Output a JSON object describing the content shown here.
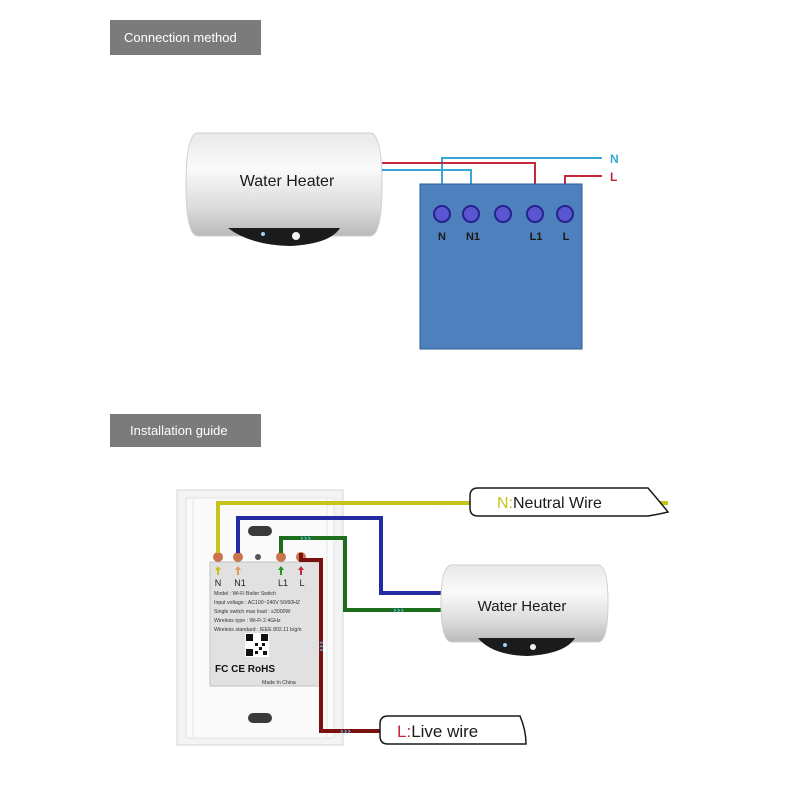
{
  "section1": {
    "title": "Connection method"
  },
  "section2": {
    "title": "Installation guide"
  },
  "diagram1": {
    "heater_label": "Water Heater",
    "terminals": [
      "N",
      "N1",
      "",
      "L1",
      "L"
    ],
    "line_labels": {
      "neutral": "N",
      "live": "L"
    }
  },
  "diagram2": {
    "heater_label": "Water Heater",
    "switch_pins": [
      "N",
      "N1",
      "L1",
      "L"
    ],
    "neutral_callout": {
      "prefix": "N:",
      "text": "Neutral Wire"
    },
    "live_callout": {
      "prefix": "L:",
      "text": "Live wire"
    },
    "device_info": {
      "model": "Model : Wi-Fi Boiler Switch",
      "input_voltage": "Input voltage : AC100~240V  50/60HZ",
      "max_load": "Single switch max load : ≤3000W",
      "wireless_type": "Wireless type : Wi-Fi 2.4GHz",
      "wireless_standard": "Wireless standard : IEEE 802.11 b/g/n",
      "certifications": "FC CE RoHS",
      "made_in": "Made In China"
    }
  },
  "colors": {
    "neutral_blue": "#3aa6d8",
    "live_red": "#c5283a",
    "box_blue": "#4e80be",
    "terminal_blue": "#3b3bb0",
    "yellow_wire": "#c8c21a",
    "navy_wire": "#242aa0",
    "green_wire": "#1c6d1c",
    "darkred_wire": "#7a1010"
  }
}
